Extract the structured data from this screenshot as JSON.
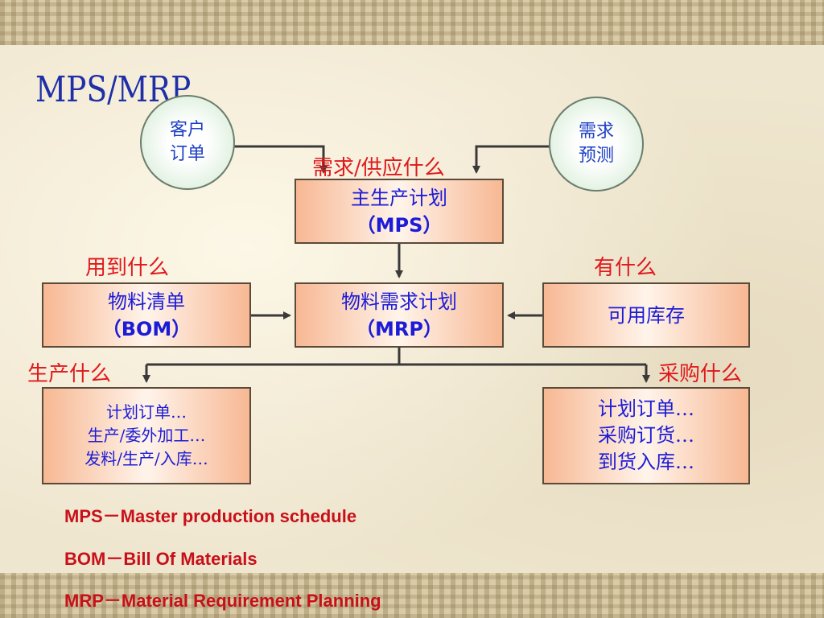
{
  "slide": {
    "title": "MPS/MRP"
  },
  "nodes": {
    "customer_order": {
      "line1": "客户",
      "line2": "订单"
    },
    "demand_forecast": {
      "line1": "需求",
      "line2": "预测"
    },
    "mps": {
      "line1": "主生产计划",
      "line2": "（MPS）"
    },
    "bom": {
      "line1": "物料清单",
      "line2": "（BOM）"
    },
    "mrp": {
      "line1": "物料需求计划",
      "line2": "（MRP）"
    },
    "inventory": {
      "line1": "可用库存"
    },
    "production_orders": {
      "line1": "计划订单…",
      "line2": "生产/委外加工…",
      "line3": "发料/生产/入库…"
    },
    "purchase_orders": {
      "line1": "计划订单…",
      "line2": "采购订货…",
      "line3": "到货入库…"
    }
  },
  "labels": {
    "demand_supply": "需求/供应什么",
    "use_what": "用到什么",
    "have_what": "有什么",
    "produce_what": "生产什么",
    "purchase_what": "采购什么"
  },
  "legend": [
    "MPS－Master production schedule",
    "BOM－Bill Of Materials",
    "MRP－Material Requirement Planning"
  ],
  "colors": {
    "title": "#1f2fa8",
    "node_text": "#1c1cd8",
    "label": "#e0191c",
    "legend": "#c8101a",
    "connector": "#3a3a3a"
  }
}
